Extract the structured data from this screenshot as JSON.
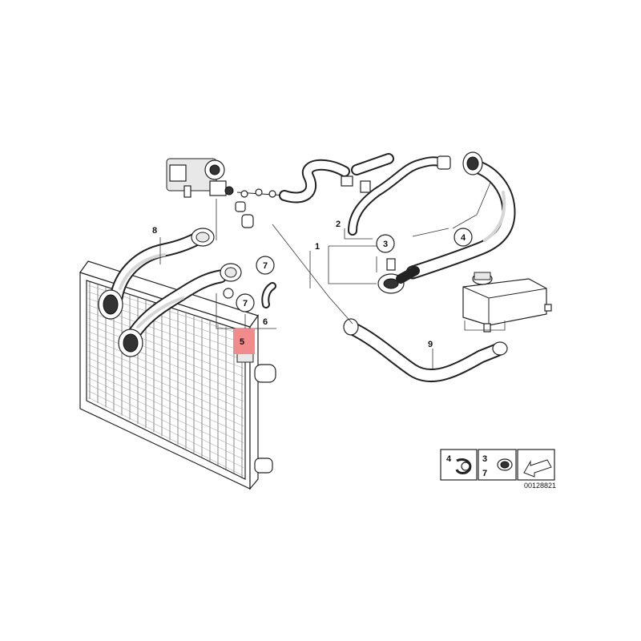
{
  "callouts": {
    "c1": "1",
    "c2": "2",
    "c3": "3",
    "c4": "4",
    "c5": "5",
    "c6": "6",
    "c7a": "7",
    "c7b": "7",
    "c8": "8",
    "c9": "9"
  },
  "legend": {
    "left_label": "4",
    "mid_top_label": "3",
    "mid_bottom_label": "7"
  },
  "diagram_number": "00128821",
  "highlight_color": "#f28b8b"
}
